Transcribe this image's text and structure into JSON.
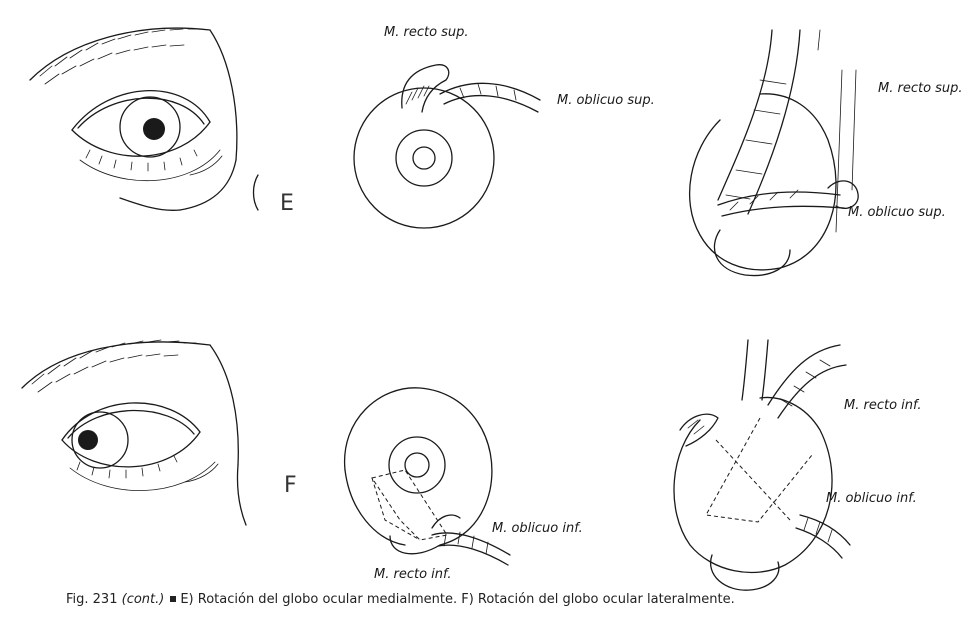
{
  "panels": {
    "e": {
      "letter": "E",
      "labels": {
        "recto_sup_top": "M. recto sup.",
        "oblicuo_sup_top": "M. oblicuo sup.",
        "recto_sup_side": "M. recto sup.",
        "oblicuo_sup_side": "M. oblicuo sup."
      }
    },
    "f": {
      "letter": "F",
      "labels": {
        "oblicuo_inf_front": "M. oblicuo inf.",
        "recto_inf_front": "M. recto inf.",
        "recto_inf_side": "M. recto inf.",
        "oblicuo_inf_side": "M. oblicuo inf."
      }
    }
  },
  "caption": {
    "fig": "Fig. 231",
    "cont": "(cont.)",
    "text": "E) Rotación del globo ocular medialmente. F) Rotación del globo ocular lateralmente."
  }
}
